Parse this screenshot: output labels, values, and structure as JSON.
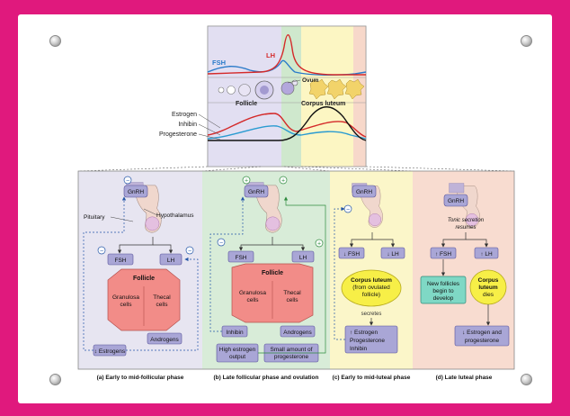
{
  "top_chart": {
    "fsh": "FSH",
    "lh": "LH",
    "ovum": "Ovum",
    "follicle": "Follicle",
    "corpus_luteum": "Corpus luteum",
    "estrogen": "Estrogen",
    "inhibin": "Inhibin",
    "progesterone": "Progesterone"
  },
  "panels": {
    "a": {
      "caption": "(a) Early to mid-follicular phase",
      "gnrh": "GnRH",
      "pituitary": "Pituitary",
      "hypothalamus": "Hypothalamus",
      "fsh": "FSH",
      "lh": "LH",
      "follicle": "Follicle",
      "granulosa": [
        "Granulosa",
        "cells"
      ],
      "thecal": [
        "Thecal",
        "cells"
      ],
      "androgens": "Androgens",
      "estrogens": "↕ Estrogens"
    },
    "b": {
      "caption": "(b) Late follicular phase and ovulation",
      "gnrh": "GnRH",
      "fsh": "FSH",
      "lh": "LH",
      "follicle": "Follicle",
      "granulosa": [
        "Granulosa",
        "cells"
      ],
      "thecal": [
        "Thecal",
        "cells"
      ],
      "androgens": "Androgens",
      "inhibin": "Inhibin",
      "high_estrogen": [
        "High estrogen",
        "output"
      ],
      "small_progesterone": [
        "Small amount of",
        "progesterone"
      ]
    },
    "c": {
      "caption": "(c) Early to mid-luteal phase",
      "gnrh": "GnRH",
      "fsh": "↓ FSH",
      "lh": "↓ LH",
      "corpus": [
        "Corpus luteum",
        "(from ovulated",
        "follicle)"
      ],
      "secretes": "secretes",
      "hormones": [
        "↑ Estrogen",
        "Progesterone",
        "Inhibin"
      ]
    },
    "d": {
      "caption": "(d) Late luteal phase",
      "gnrh": "GnRH",
      "tonic": [
        "Tonic secretion",
        "resumes"
      ],
      "fsh": "↑ FSH",
      "lh": "↑ LH",
      "new_follicles": [
        "New follicles",
        "begin to",
        "develop"
      ],
      "corpus_dies": [
        "Corpus",
        "luteum",
        "dies"
      ],
      "estrogen_prog": [
        "↓ Estrogen and",
        "progesterone"
      ]
    }
  },
  "signs": {
    "minus": "−",
    "plus": "+"
  },
  "colors": {
    "page": "#e0197d",
    "panel_a": "#e7e5f1",
    "panel_b": "#d8ecd8",
    "panel_c": "#fbf6c9",
    "panel_d": "#f8dcd0",
    "hormone_box": "#a9a6d6",
    "follicle": "#f28c88",
    "fsh_line": "#2a7ac9",
    "lh_line": "#d42a2a",
    "corpus_luteum": "#f7ef47",
    "new_follicles": "#7fd8c5"
  }
}
